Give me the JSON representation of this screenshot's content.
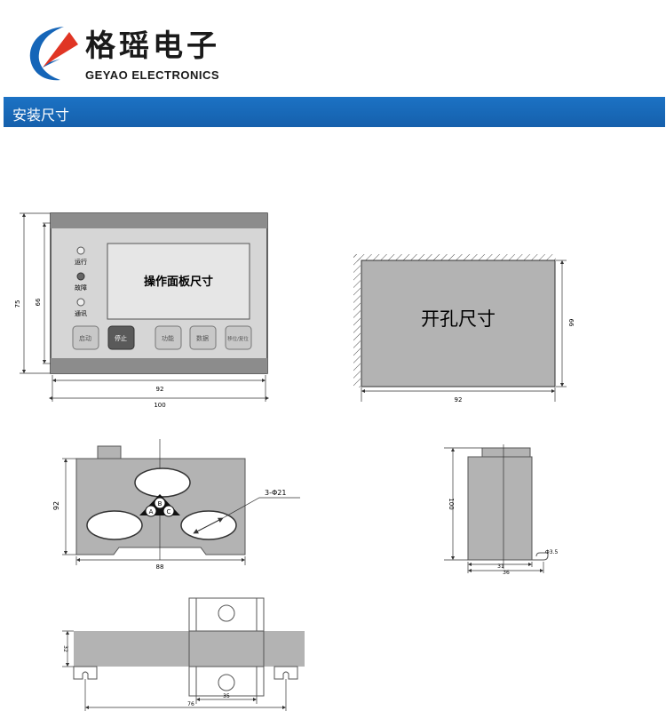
{
  "header": {
    "logo_cn": "格瑶电子",
    "logo_en": "GEYAO ELECTRONICS",
    "section_title": "安装尺寸"
  },
  "front_view": {
    "leds": [
      "运行",
      "故障",
      "通讯"
    ],
    "screen_label": "操作面板尺寸",
    "buttons": [
      "启动",
      "停止",
      "功能",
      "数据",
      "移位/复位"
    ],
    "dim_height_outer": "75",
    "dim_height_inner": "66",
    "dim_width_inner": "92",
    "dim_width_outer": "100"
  },
  "cutout_view": {
    "label": "开孔尺寸",
    "dim_height": "66",
    "dim_width": "92"
  },
  "top_view": {
    "phases": [
      "B",
      "A",
      "C"
    ],
    "hole_label": "3-Φ21",
    "dim_height": "92",
    "dim_width": "88"
  },
  "side_view": {
    "dim_height": "100",
    "dim_width_inner": "31",
    "dim_width_outer": "36",
    "hole_label": "Φ3.5"
  },
  "bottom_view": {
    "dim_height": "32",
    "dim_width_inner": "35",
    "dim_width_outer": "76"
  },
  "colors": {
    "brand_blue": "#1565b8",
    "brand_red": "#e03524",
    "panel_gray": "#b3b3b3",
    "screen_gray": "#e6e6e6"
  }
}
